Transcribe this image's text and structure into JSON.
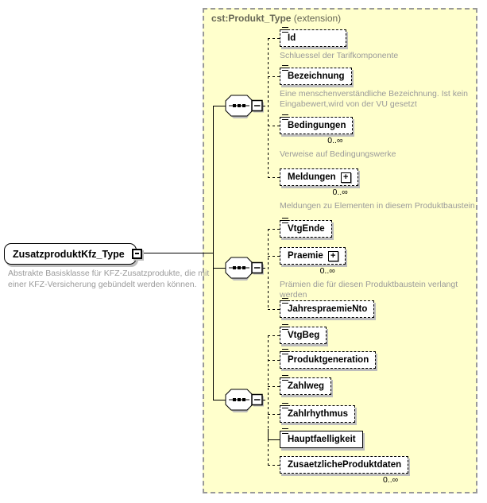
{
  "root": {
    "label": "ZusatzproduktKfz_Type",
    "annotation": "Abstrakte Basisklasse für KFZ-Zusatzprodukte, die mit einer KFZ-Versicherung gebündelt werden können."
  },
  "extension": {
    "title": "cst:Produkt_Type",
    "title_suffix": " (extension)",
    "elements": [
      {
        "label": "Id",
        "occurrence": null,
        "annotation": "Schluessel der Tarifkomponente"
      },
      {
        "label": "Bezeichnung",
        "occurrence": null,
        "annotation": "Eine menschenverständliche Bezeichnung. Ist kein Eingabewert,wird von der VU gesetzt"
      },
      {
        "label": "Bedingungen",
        "occurrence": "0..∞",
        "annotation": "Verweise auf Bedingungswerke"
      },
      {
        "label": "Meldungen",
        "occurrence": "0..∞",
        "annotation": "Meldungen zu Elementen in diesem Produktbaustein",
        "expand_glyph": "+"
      },
      {
        "label": "VtgEnde",
        "occurrence": null,
        "annotation": null
      },
      {
        "label": "Praemie",
        "occurrence": "0..∞",
        "annotation": "Prämien die für diesen Produktbaustein verlangt werden",
        "expand_glyph": "+"
      },
      {
        "label": "JahrespraemieNto",
        "occurrence": null,
        "annotation": null
      },
      {
        "label": "VtgBeg",
        "occurrence": null,
        "annotation": null
      },
      {
        "label": "Produktgeneration",
        "occurrence": null,
        "annotation": null
      },
      {
        "label": "Zahlweg",
        "occurrence": null,
        "annotation": null
      },
      {
        "label": "Zahlrhythmus",
        "occurrence": null,
        "annotation": null
      },
      {
        "label": "Hauptfaelligkeit",
        "occurrence": null,
        "annotation": null
      },
      {
        "label": "ZusaetzlicheProduktdaten",
        "occurrence": "0..∞",
        "annotation": null
      }
    ]
  },
  "colors": {
    "panel_bg": "#FFFFCC",
    "panel_border": "#999999",
    "element_bg": "#FFFFFF",
    "element_border": "#000000",
    "annotation_text": "#9A9A9A",
    "header_text": "#666655",
    "shadow": "#BDBDBD"
  }
}
